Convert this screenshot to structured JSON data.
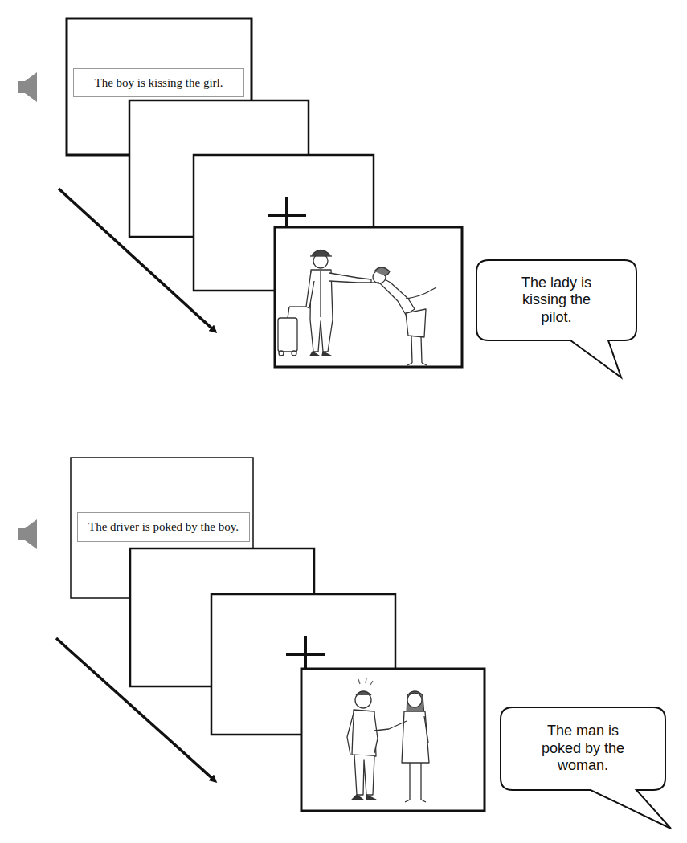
{
  "diagram": {
    "nodes": [
      {
        "text": [
          "The boy is kissing the girl."
        ]
      },
      {
        "text": [
          "The lady is kissing the pilot."
        ]
      },
      {
        "text": [
          "The driver is poked by the boy."
        ]
      },
      {
        "text": [
          "The man is poked by the woman."
        ]
      }
    ]
  }
}
